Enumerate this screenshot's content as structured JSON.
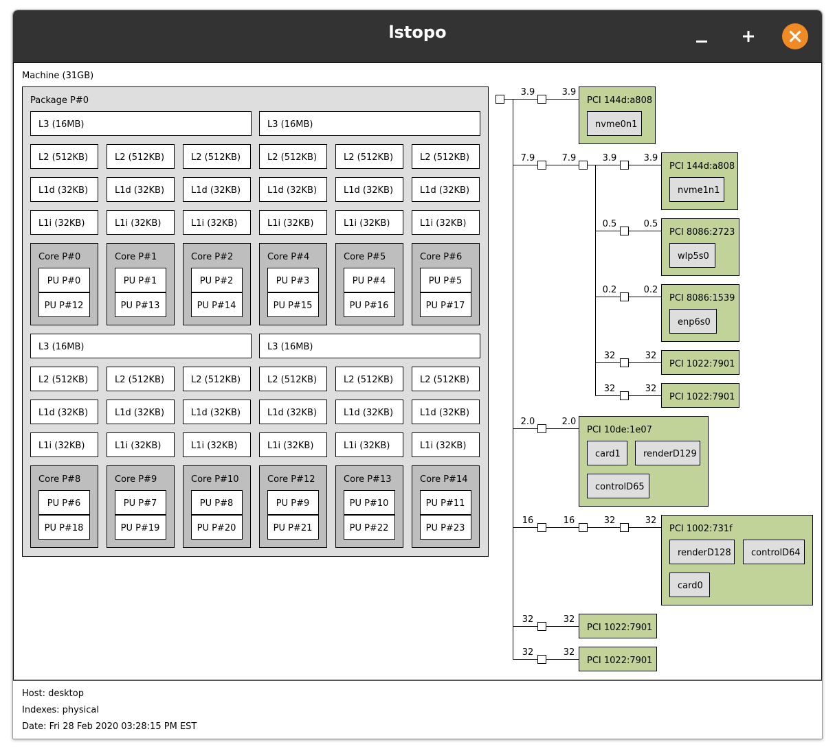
{
  "window": {
    "title": "lstopo",
    "minimize_icon": "minimize-icon",
    "maximize_icon": "plus-icon",
    "close_icon": "close-icon",
    "close_color": "#f08a24"
  },
  "colors": {
    "machine_bg": "#ffffff",
    "package_bg": "#dedede",
    "cache_bg": "#ffffff",
    "core_bg": "#bebebe",
    "pu_bg": "#ffffff",
    "pci_bg": "#c1d399",
    "osdev_bg": "#dedede",
    "titlebar_bg": "#333333"
  },
  "machine": {
    "label": "Machine (31GB)"
  },
  "package": {
    "label": "Package P#0",
    "groups": [
      {
        "l3": [
          "L3 (16MB)",
          "L3 (16MB)"
        ],
        "l2": [
          "L2 (512KB)",
          "L2 (512KB)",
          "L2 (512KB)",
          "L2 (512KB)",
          "L2 (512KB)",
          "L2 (512KB)"
        ],
        "l1d": [
          "L1d (32KB)",
          "L1d (32KB)",
          "L1d (32KB)",
          "L1d (32KB)",
          "L1d (32KB)",
          "L1d (32KB)"
        ],
        "l1i": [
          "L1i (32KB)",
          "L1i (32KB)",
          "L1i (32KB)",
          "L1i (32KB)",
          "L1i (32KB)",
          "L1i (32KB)"
        ],
        "cores": [
          {
            "label": "Core P#0",
            "pus": [
              "PU P#0",
              "PU P#12"
            ]
          },
          {
            "label": "Core P#1",
            "pus": [
              "PU P#1",
              "PU P#13"
            ]
          },
          {
            "label": "Core P#2",
            "pus": [
              "PU P#2",
              "PU P#14"
            ]
          },
          {
            "label": "Core P#4",
            "pus": [
              "PU P#3",
              "PU P#15"
            ]
          },
          {
            "label": "Core P#5",
            "pus": [
              "PU P#4",
              "PU P#16"
            ]
          },
          {
            "label": "Core P#6",
            "pus": [
              "PU P#5",
              "PU P#17"
            ]
          }
        ]
      },
      {
        "l3": [
          "L3 (16MB)",
          "L3 (16MB)"
        ],
        "l2": [
          "L2 (512KB)",
          "L2 (512KB)",
          "L2 (512KB)",
          "L2 (512KB)",
          "L2 (512KB)",
          "L2 (512KB)"
        ],
        "l1d": [
          "L1d (32KB)",
          "L1d (32KB)",
          "L1d (32KB)",
          "L1d (32KB)",
          "L1d (32KB)",
          "L1d (32KB)"
        ],
        "l1i": [
          "L1i (32KB)",
          "L1i (32KB)",
          "L1i (32KB)",
          "L1i (32KB)",
          "L1i (32KB)",
          "L1i (32KB)"
        ],
        "cores": [
          {
            "label": "Core P#8",
            "pus": [
              "PU P#6",
              "PU P#18"
            ]
          },
          {
            "label": "Core P#9",
            "pus": [
              "PU P#7",
              "PU P#19"
            ]
          },
          {
            "label": "Core P#10",
            "pus": [
              "PU P#8",
              "PU P#20"
            ]
          },
          {
            "label": "Core P#12",
            "pus": [
              "PU P#9",
              "PU P#21"
            ]
          },
          {
            "label": "Core P#13",
            "pus": [
              "PU P#10",
              "PU P#22"
            ]
          },
          {
            "label": "Core P#14",
            "pus": [
              "PU P#11",
              "PU P#23"
            ]
          }
        ]
      }
    ]
  },
  "io": {
    "branches": [
      {
        "link_labels": [
          "3.9",
          "3.9"
        ],
        "device": {
          "label": "PCI 144d:a808",
          "children": [
            "nvme0n1"
          ]
        }
      },
      {
        "link_labels": [
          "7.9",
          "7.9"
        ],
        "bridge_children": [
          {
            "link_labels": [
              "3.9",
              "3.9"
            ],
            "device": {
              "label": "PCI 144d:a808",
              "children": [
                "nvme1n1"
              ]
            }
          },
          {
            "link_labels": [
              "0.5",
              "0.5"
            ],
            "device": {
              "label": "PCI 8086:2723",
              "children": [
                "wlp5s0"
              ]
            }
          },
          {
            "link_labels": [
              "0.2",
              "0.2"
            ],
            "device": {
              "label": "PCI 8086:1539",
              "children": [
                "enp6s0"
              ]
            }
          },
          {
            "link_labels": [
              "32",
              "32"
            ],
            "device": {
              "label": "PCI 1022:7901",
              "children": []
            }
          },
          {
            "link_labels": [
              "32",
              "32"
            ],
            "device": {
              "label": "PCI 1022:7901",
              "children": []
            }
          }
        ]
      },
      {
        "link_labels": [
          "2.0",
          "2.0"
        ],
        "device": {
          "label": "PCI 10de:1e07",
          "children": [
            "card1",
            "renderD129",
            "controlD65"
          ]
        }
      },
      {
        "link_labels": [
          "16",
          "16"
        ],
        "bridge_children": [
          {
            "link_labels": [
              "32",
              "32"
            ],
            "device": {
              "label": "PCI 1002:731f",
              "children": [
                "renderD128",
                "controlD64",
                "card0"
              ]
            }
          }
        ]
      },
      {
        "link_labels": [
          "32",
          "32"
        ],
        "device": {
          "label": "PCI 1022:7901",
          "children": []
        }
      },
      {
        "link_labels": [
          "32",
          "32"
        ],
        "device": {
          "label": "PCI 1022:7901",
          "children": []
        }
      }
    ]
  },
  "legend": {
    "host": "Host: desktop",
    "indexes": "Indexes: physical",
    "date": "Date: Fri 28 Feb 2020 03:28:15 PM EST"
  }
}
